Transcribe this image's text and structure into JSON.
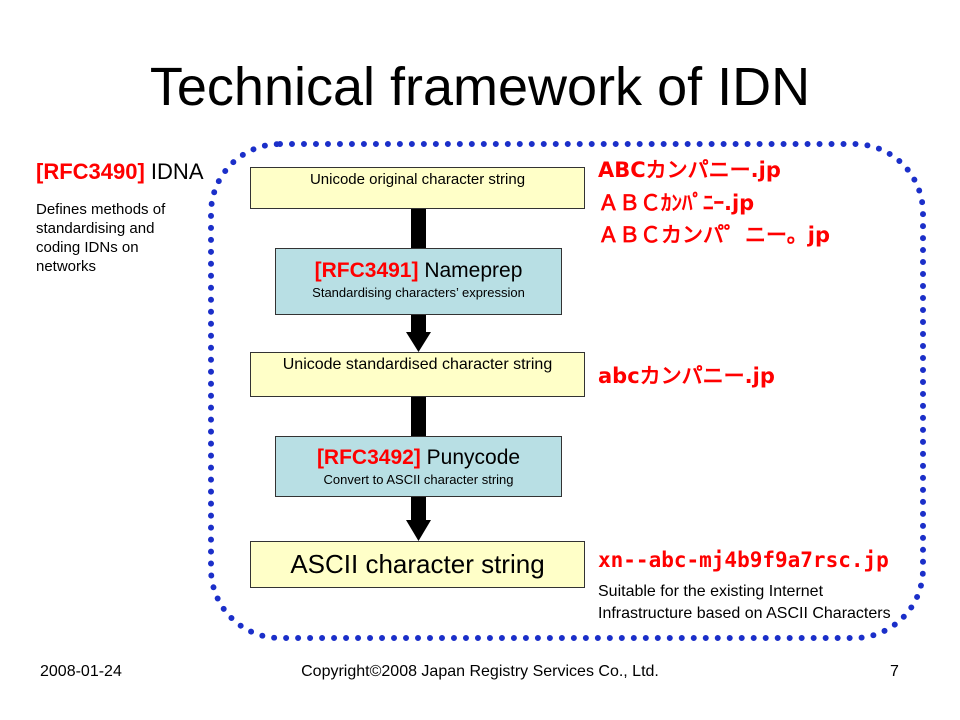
{
  "title": "Technical framework of IDN",
  "idna": {
    "rfc": "[RFC3490]",
    "name": " IDNA",
    "description": "Defines methods of standardising and coding IDNs on networks"
  },
  "flow": {
    "original": "Unicode original character string",
    "nameprep": {
      "rfc": "[RFC3491]",
      "name": " Nameprep",
      "desc": "Standardising characters’ expression"
    },
    "standardised": "Unicode standardised character string",
    "punycode": {
      "rfc": "[RFC3492]",
      "name": " Punycode",
      "desc": "Convert to ASCII character string"
    },
    "ascii": "ASCII character string"
  },
  "examples": {
    "original": [
      "ABCカンパニー.jp",
      "ＡＢＣｶﾝﾊﾟﾆｰ.jp",
      "ＡＢＣカンパ゜ニー。jp"
    ],
    "normalized": "abcカンパニー.jp",
    "punycode": "xn--abc-mj4b9f9a7rsc.jp",
    "punycode_note": "Suitable for the existing Internet Infrastructure based on ASCII Characters"
  },
  "footer": {
    "date": "2008-01-24",
    "copyright": "Copyright©2008 Japan Registry Services Co., Ltd.",
    "page": "7"
  },
  "colors": {
    "accent_red": "#ff0000",
    "dashed_border": "#1b2fc9",
    "yellow_box": "#ffffc8",
    "blue_box": "#b8dfe4"
  }
}
